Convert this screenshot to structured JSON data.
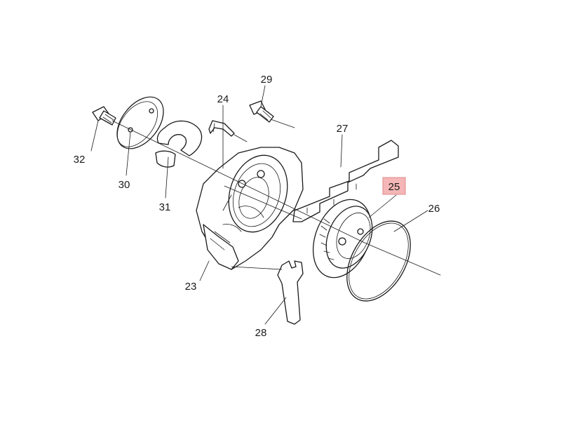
{
  "diagram": {
    "highlight_color": "#f4b6b6",
    "callouts": [
      {
        "id": "23",
        "label": "23",
        "highlighted": false
      },
      {
        "id": "24",
        "label": "24",
        "highlighted": false
      },
      {
        "id": "25",
        "label": "25",
        "highlighted": true
      },
      {
        "id": "26",
        "label": "26",
        "highlighted": false
      },
      {
        "id": "27",
        "label": "27",
        "highlighted": false
      },
      {
        "id": "28",
        "label": "28",
        "highlighted": false
      },
      {
        "id": "29",
        "label": "29",
        "highlighted": false
      },
      {
        "id": "30",
        "label": "30",
        "highlighted": false
      },
      {
        "id": "31",
        "label": "31",
        "highlighted": false
      },
      {
        "id": "32",
        "label": "32",
        "highlighted": false
      }
    ]
  }
}
